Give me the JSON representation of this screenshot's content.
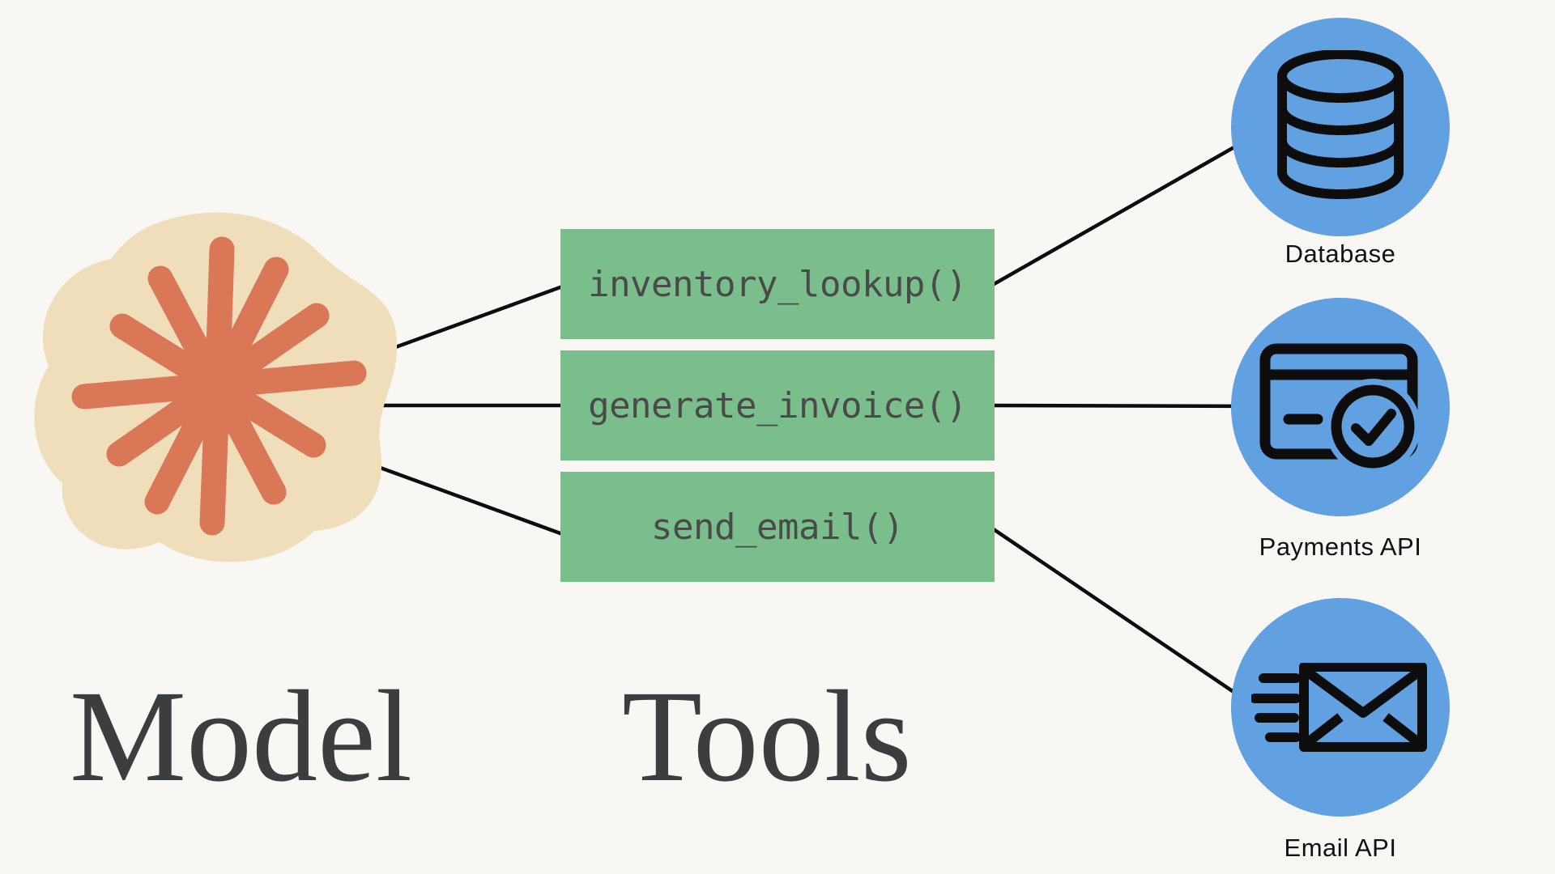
{
  "palette": {
    "bg": "#f8f7f4",
    "blob": "#f0debb",
    "spark": "#d97757",
    "box": "#7abf8b",
    "box_text": "#4a4a4a",
    "circle": "#61a0e1",
    "line": "#0d0d0d",
    "heading": "#3d3d3d",
    "label": "#121212"
  },
  "headings": {
    "model": "Model",
    "tools": "Tools"
  },
  "tools": [
    {
      "label": "inventory_lookup()"
    },
    {
      "label": "generate_invoice()"
    },
    {
      "label": "send_email()"
    }
  ],
  "services": [
    {
      "label": "Database",
      "icon": "database-icon"
    },
    {
      "label": "Payments API",
      "icon": "credit-card-check-icon"
    },
    {
      "label": "Email API",
      "icon": "email-send-icon"
    }
  ],
  "connections": [
    {
      "from": "Model",
      "to": "inventory_lookup()"
    },
    {
      "from": "Model",
      "to": "generate_invoice()"
    },
    {
      "from": "Model",
      "to": "send_email()"
    },
    {
      "from": "inventory_lookup()",
      "to": "Database"
    },
    {
      "from": "generate_invoice()",
      "to": "Payments API"
    },
    {
      "from": "send_email()",
      "to": "Email API"
    }
  ]
}
